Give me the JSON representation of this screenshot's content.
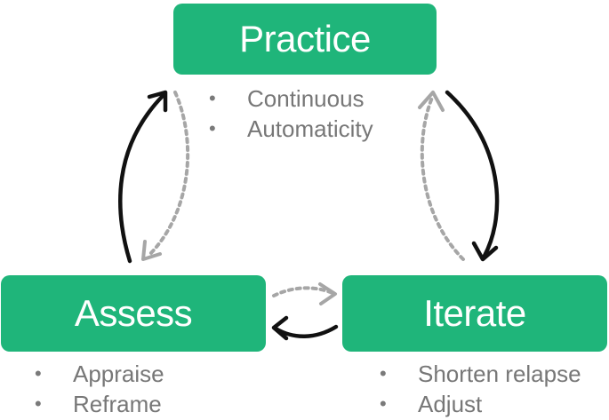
{
  "nodes": {
    "practice": {
      "label": "Practice",
      "bullets": [
        "Continuous",
        "Automaticity"
      ]
    },
    "assess": {
      "label": "Assess",
      "bullets": [
        "Appraise",
        "Reframe"
      ]
    },
    "iterate": {
      "label": "Iterate",
      "bullets": [
        "Shorten relapse",
        "Adjust"
      ]
    }
  },
  "bullet_glyph": "•",
  "colors": {
    "node_fill": "#1fb57a",
    "node_text": "#ffffff",
    "bullet_text": "#777777",
    "solid_arrow": "#111111",
    "dotted_arrow": "#a6a6a6"
  }
}
